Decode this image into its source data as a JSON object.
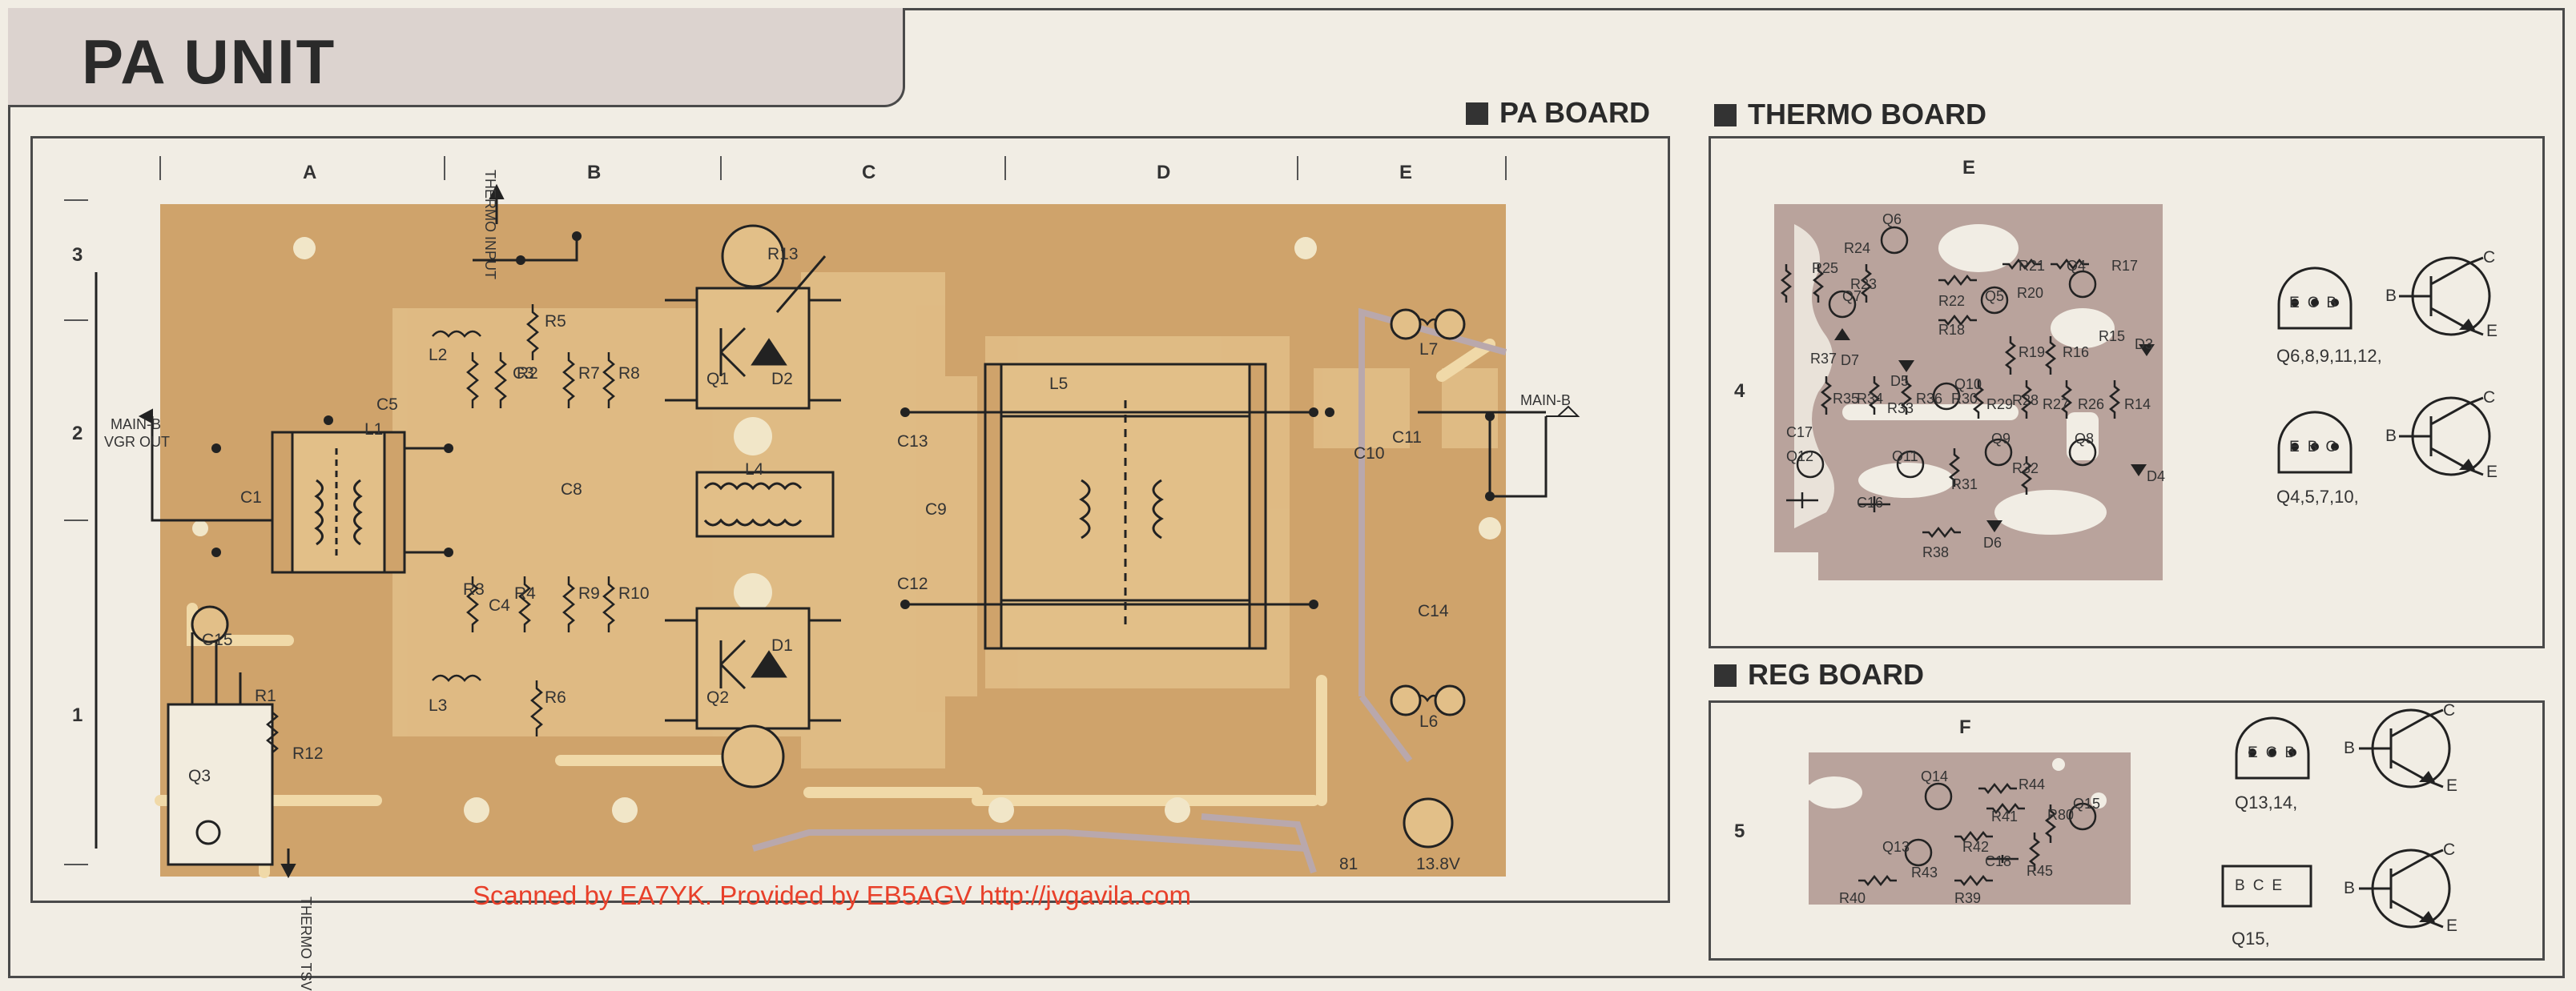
{
  "title": "PA UNIT",
  "credit": "Scanned by EA7YK. Provided by EB5AGV http://jvgavila.com",
  "sections": {
    "pa_board": "PA BOARD",
    "thermo_board": "THERMO BOARD",
    "reg_board": "REG BOARD"
  },
  "pa_grid": {
    "columns": [
      "A",
      "B",
      "C",
      "D",
      "E"
    ],
    "rows": [
      "3",
      "2",
      "1"
    ]
  },
  "thermo_grid": {
    "column": "E",
    "row": "4"
  },
  "reg_grid": {
    "column": "F",
    "row": "5"
  },
  "pa_labels": {
    "thermo_input": "THERMO INPUT",
    "main_b_in": "MAIN-B",
    "vgr_out": "VGR OUT",
    "main_b_out": "MAIN-B",
    "thermo_tsv": "THERMO TSV",
    "b1": "81",
    "v13": "13.8V",
    "parts": [
      "L1",
      "L2",
      "L3",
      "L4",
      "L5",
      "L6",
      "L7",
      "C1",
      "C3",
      "C4",
      "C5",
      "C8",
      "C9",
      "C10",
      "C11",
      "C12",
      "C13",
      "C14",
      "C15",
      "R1",
      "R2",
      "R3",
      "R4",
      "R5",
      "R6",
      "R7",
      "R8",
      "R9",
      "R10",
      "R12",
      "R13",
      "Q1",
      "Q2",
      "Q3",
      "D1",
      "D2"
    ]
  },
  "thermo_labels": [
    "R25",
    "R24",
    "R23",
    "Q6",
    "R21",
    "Q4",
    "R17",
    "Q7",
    "R22",
    "Q5",
    "R18",
    "R20",
    "R19",
    "R16",
    "R15",
    "D3",
    "R37",
    "D7",
    "D5",
    "R35",
    "R34",
    "R33",
    "R36",
    "R30",
    "R29",
    "R28",
    "R27",
    "R26",
    "R14",
    "Q12",
    "Q11",
    "Q9",
    "Q8",
    "R32",
    "D4",
    "C17",
    "C16",
    "R38",
    "D6",
    "R31",
    "Q10"
  ],
  "reg_labels": [
    "Q14",
    "R44",
    "Q15",
    "R41",
    "R80",
    "R42",
    "Q13",
    "R43",
    "C18",
    "R45",
    "R40",
    "R39"
  ],
  "pinouts": {
    "thermo_a": {
      "pins": [
        "E",
        "C",
        "B"
      ],
      "caption": "Q6,8,9,11,12,"
    },
    "thermo_b": {
      "pins": [
        "E",
        "B",
        "C"
      ],
      "caption": "Q4,5,7,10,"
    },
    "reg_a": {
      "pins": [
        "E",
        "C",
        "B"
      ],
      "caption": "Q13,14,"
    },
    "reg_b": {
      "pins": [
        "B",
        "C",
        "E"
      ],
      "caption": "Q15,"
    },
    "terminal_labels": {
      "b": "B",
      "c": "C",
      "e": "E"
    }
  },
  "colors": {
    "board": "#cfa36b",
    "board_light": "#e2bf88",
    "trace": "#f0d9a8",
    "thermo_board": "#b9a39c",
    "accent_text": "#e8402a"
  }
}
